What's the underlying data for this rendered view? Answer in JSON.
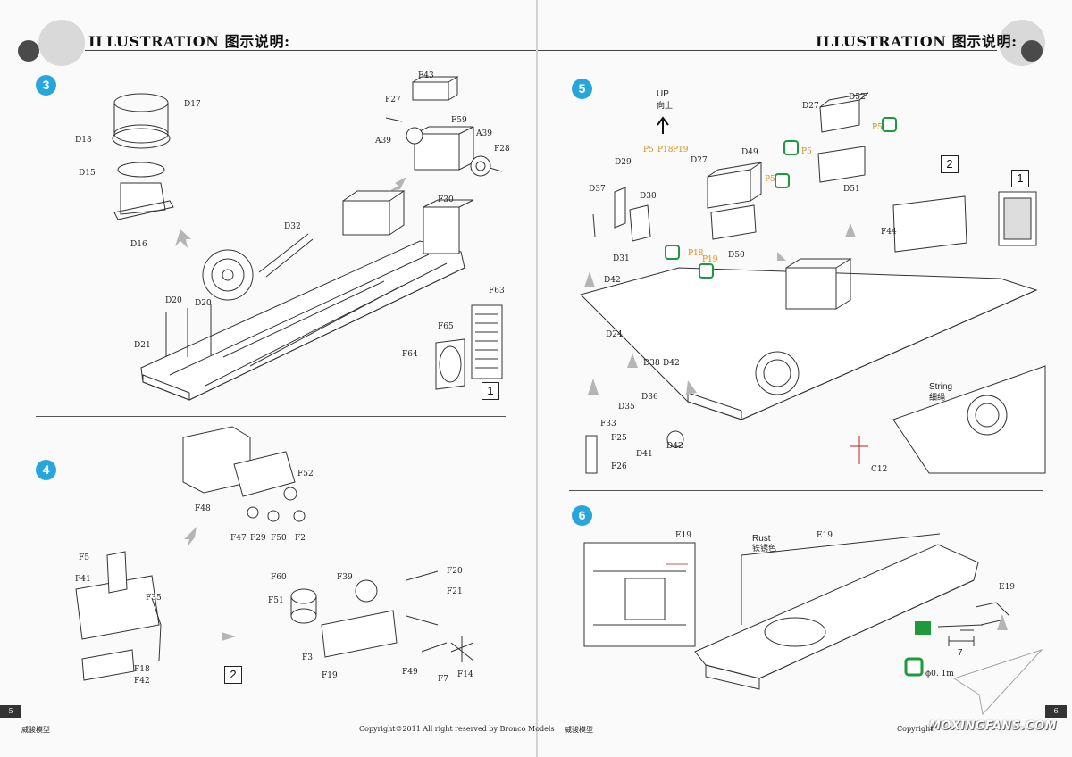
{
  "header": {
    "left_title": "ILLUSTRATION 图示说明:",
    "right_title": "ILLUSTRATION 图示说明:"
  },
  "steps": {
    "s3": {
      "number": "3",
      "labels": [
        "F43",
        "D17",
        "F27",
        "F59",
        "A39",
        "A39",
        "F28",
        "D18",
        "D15",
        "D16",
        "D32",
        "F30",
        "D20",
        "D20",
        "D21",
        "F63",
        "F65",
        "F64"
      ],
      "box": "1"
    },
    "s4": {
      "number": "4",
      "labels": [
        "F52",
        "F48",
        "F47",
        "F29",
        "F50",
        "F2",
        "F5",
        "F41",
        "F35",
        "F18",
        "F42",
        "F60",
        "F39",
        "F20",
        "F51",
        "F21",
        "F3",
        "F19",
        "F49",
        "F7",
        "F14"
      ],
      "box": "2"
    },
    "s5": {
      "number": "5",
      "up_en": "UP",
      "up_cn": "向上",
      "orange_parts": [
        "P5",
        "P18",
        "P19",
        "P5",
        "P5",
        "P5",
        "P18",
        "P19"
      ],
      "labels": [
        "D27",
        "D52",
        "D29",
        "D27",
        "D49",
        "D37",
        "D30",
        "D51",
        "F44",
        "D31",
        "D50",
        "D42",
        "D24",
        "D38",
        "D42",
        "D35",
        "D36",
        "F33",
        "F25",
        "D41",
        "F26",
        "D42",
        "C12"
      ],
      "string_en": "String",
      "string_cn": "细绳",
      "boxes": [
        "2",
        "1"
      ]
    },
    "s6": {
      "number": "6",
      "labels": [
        "E19",
        "E19",
        "E19"
      ],
      "rust_en": "Rust",
      "rust_cn": "铁锈色",
      "dim": "7",
      "phi": "ϕ0. 1m"
    }
  },
  "footer": {
    "left_page_num": "5",
    "right_page_num": "6",
    "brand_left": "威骏模型",
    "brand_right": "威骏模型",
    "copyright": "Copyright©2011  All right reserved by Bronco Models",
    "copyright_right_partial": "Copyright"
  },
  "watermark": "MOXINGFANS.COM",
  "colors": {
    "badge": "#27a6dd",
    "paint_icon_green": "#1e9a3c",
    "part_orange": "#d68b16",
    "header_circle_light": "#d9d9d9",
    "header_circle_dark": "#4a4a4a"
  }
}
